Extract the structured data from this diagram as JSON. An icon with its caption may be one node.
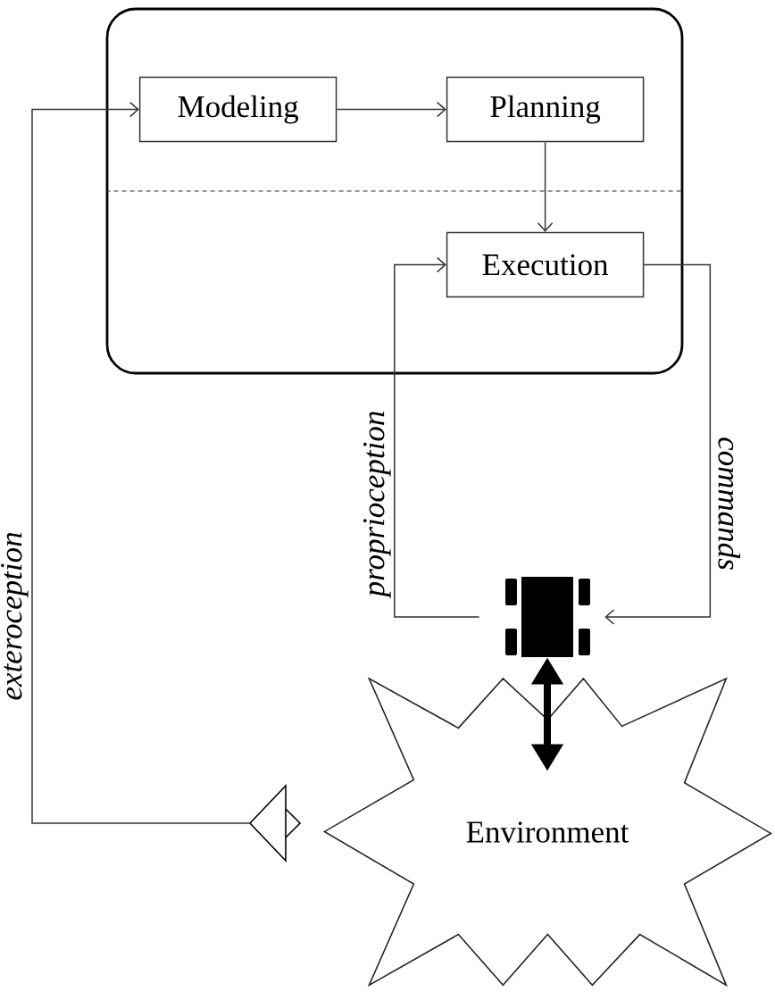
{
  "diagram": {
    "nodes": [
      {
        "text": [],
        "shape": "box"
      },
      {
        "text": [
          "Modeling"
        ],
        "in": 0
      },
      {
        "text": [
          "Planning"
        ],
        "in": 0
      },
      {
        "text": [
          "Execution"
        ],
        "in": 0
      },
      {
        "text": [],
        "shape": "robot"
      },
      {
        "text": [
          "Environment"
        ]
      },
      {
        "text": [],
        "shape": "picture"
      }
    ],
    "edges": [
      {
        "from": 1,
        "to": 2,
        "arrow": "to"
      },
      {
        "from": 2,
        "to": 3,
        "arrow": "to"
      },
      {
        "from": 3,
        "to": 4,
        "arrow": "to",
        "label": "commands"
      },
      {
        "from": 4,
        "to": 3,
        "arrow": "to",
        "label": "proprioception"
      },
      {
        "from": 4,
        "to": 5,
        "arrow": "both",
        "style": "thick"
      },
      {
        "from": 6,
        "to": 1,
        "arrow": "to",
        "label": "exteroception"
      }
    ]
  }
}
